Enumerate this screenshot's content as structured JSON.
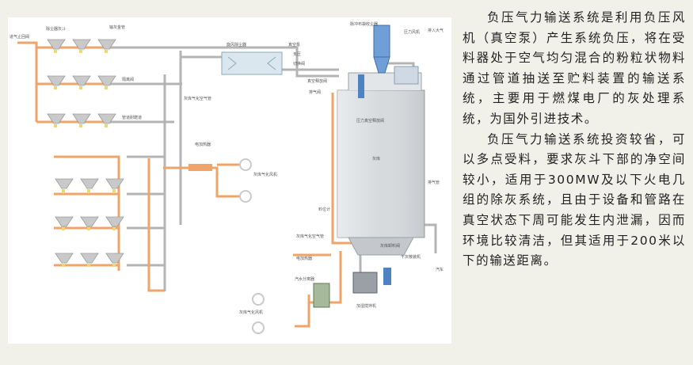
{
  "description": {
    "paragraph1": "负压气力输送系统是利用负压风机（真空泵）产生系统负压，将在受料器处于空气均匀混合的粉粒状物料通过管道抽送至贮料装置的输送系统，主要用于燃煤电厂的灰处理系统，为国外引进技术。",
    "paragraph2": "负压气力输送系统投资较省，可以多点受料，要求灰斗下部的净空间较小，适用于300MW及以下火电几组的除灰系统，且由于设备和管路在真空状态下周可能发生内泄漏，因而环境比较清洁，但其适用于200米以下的输送距离。"
  },
  "diagram": {
    "labels": {
      "inlet": "进气止回阀",
      "hopper": "除尘器灰斗",
      "dust_pipe": "输灰金管",
      "branch_valve": "隔离阀",
      "branch_line": "管道耐磨道",
      "classifier": "旋风除尘器",
      "vac_pump": "真空泵",
      "pressure_gauge": "负压",
      "switch_valve": "切换阀",
      "vent_bag": "脉冲布袋收尘器",
      "air_cyclone": "压力风机",
      "vent_valve": "真空释放阀",
      "ash_silo": "灰库",
      "heater_top": "电加热器",
      "blower_top": "灰库气化风机",
      "pressure_meter": "压力真空释放阀",
      "exhaust": "排气管",
      "air_gate": "排气阀",
      "level": "料位计",
      "vent_top": "排入大气",
      "fluidize": "灰库气化空气管",
      "fluid_air": "灰库气化空气管",
      "heater_bottom": "电加热器",
      "water_sep": "汽水分离器",
      "blower_bottom": "灰库气化风机",
      "unload_valve": "灰库卸料阀",
      "dry_unload": "干灰散装机",
      "wet_unload": "加湿搅拌机",
      "truck": "汽车"
    }
  }
}
